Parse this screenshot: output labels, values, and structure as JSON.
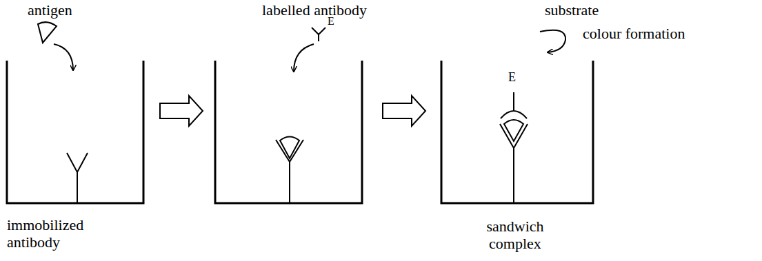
{
  "diagram": {
    "labels": [
      "antigen",
      "labelled antibody",
      "E",
      "substrate",
      "colour formation",
      "E",
      "immobilized antibody",
      "sandwich complex"
    ]
  }
}
